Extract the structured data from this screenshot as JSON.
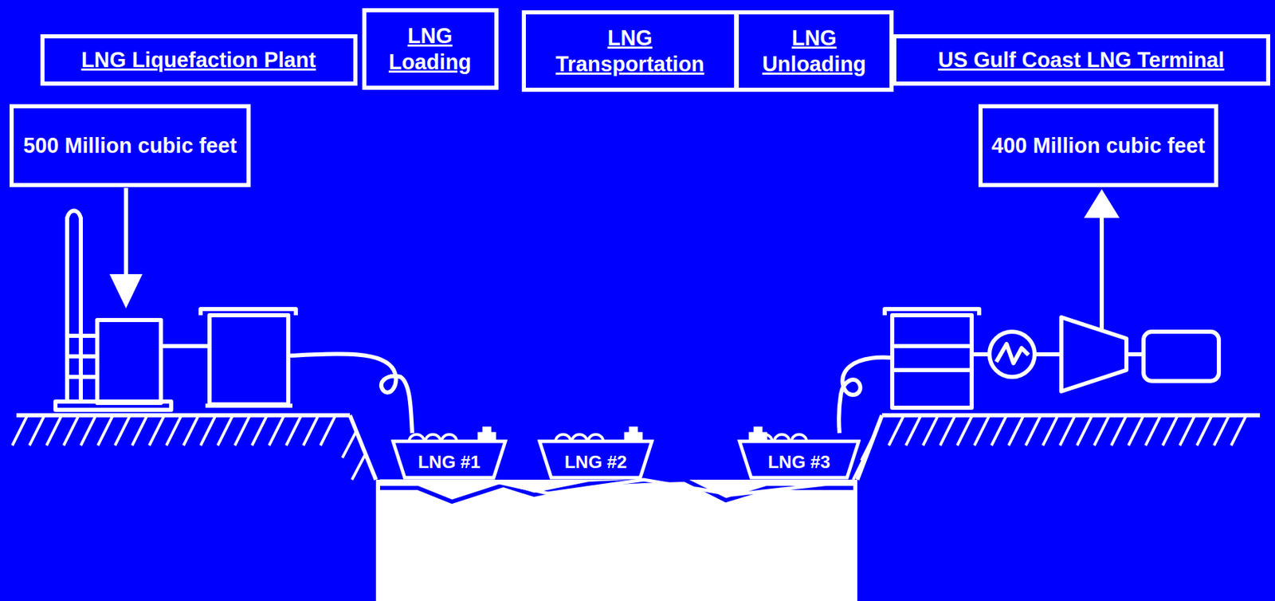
{
  "diagram": {
    "nodes": [
      {
        "text": [
          "LNG Liquefaction Plant"
        ]
      },
      {
        "text": [
          "LNG Loading"
        ]
      },
      {
        "text": [
          "LNG Transportation"
        ]
      },
      {
        "text": [
          "LNG Unloading"
        ]
      },
      {
        "text": [
          "US Gulf Coast LNG Terminal"
        ]
      },
      {
        "text": [
          "500 Million cubic feet"
        ]
      },
      {
        "text": [
          "400 Million cubic feet"
        ]
      },
      {
        "text": [
          "LNG #1"
        ]
      },
      {
        "text": [
          "LNG #2"
        ]
      },
      {
        "text": [
          "LNG #3"
        ]
      }
    ]
  }
}
